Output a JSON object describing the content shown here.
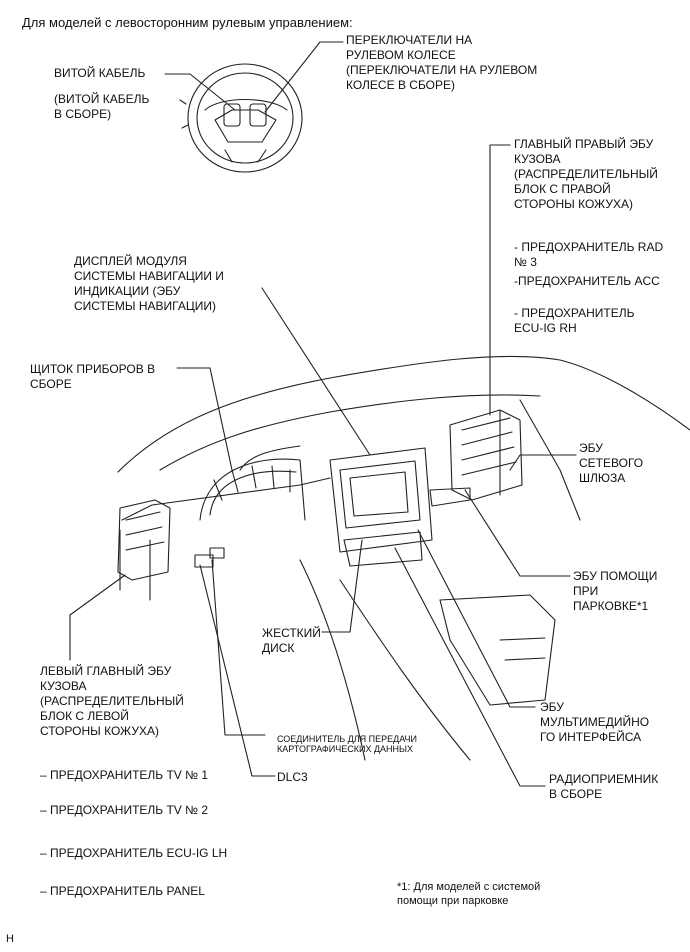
{
  "header": "Для моделей с левосторонним рулевым управлением:",
  "labels": {
    "spiral_cable": "ВИТОЙ КАБЕЛЬ",
    "spiral_cable_sub": "(ВИТОЙ КАБЕЛЬ\nВ СБОРЕ)",
    "steering_switches": "ПЕРЕКЛЮЧАТЕЛИ НА\nРУЛЕВОМ КОЛЕСЕ\n(ПЕРЕКЛЮЧАТЕЛИ НА РУЛЕВОМ\nКОЛЕСЕ В СБОРЕ)",
    "main_body_ecu_rh": "ГЛАВНЫЙ ПРАВЫЙ ЭБУ\nКУЗОВА\n(РАСПРЕДЕЛИТЕЛЬНЫЙ\nБЛОК С ПРАВОЙ\nСТОРОНЫ КОЖУХА)",
    "fuse_rad3": "- ПРЕДОХРАНИТЕЛЬ RAD\n№ 3",
    "fuse_acc": "-ПРЕДОХРАНИТЕЛЬ ACC",
    "fuse_ecu_ig_rh": "- ПРЕДОХРАНИТЕЛЬ\nECU-IG RH",
    "nav_display": "ДИСПЛЕЙ МОДУЛЯ\nСИСТЕМЫ НАВИГАЦИИ И\nИНДИКАЦИИ (ЭБУ\nСИСТЕМЫ НАВИГАЦИИ)",
    "combination_meter": "ЩИТОК ПРИБОРОВ В\nСБОРЕ",
    "gateway_ecu": "ЭБУ\nСЕТЕВОГО\nШЛЮЗА",
    "parking_assist_ecu": "ЭБУ ПОМОЩИ\nПРИ\nПАРКОВКЕ*1",
    "hard_disk": "ЖЕСТКИЙ\nДИСК",
    "main_body_ecu_lh": "ЛЕВЫЙ ГЛАВНЫЙ ЭБУ\nКУЗОВА\n(РАСПРЕДЕЛИТЕЛЬНЫЙ\nБЛОК С ЛЕВОЙ\nСТОРОНЫ КОЖУХА)",
    "multimedia_ecu": "ЭБУ\nМУЛЬТИМЕДИЙНО\nГО ИНТЕРФЕЙСА",
    "map_data_connector": "СОЕДИНИТЕЛЬ ДЛЯ ПЕРЕДАЧИ\nКАРТОГРАФИЧЕСКИХ ДАННЫХ",
    "dlc3": "DLC3",
    "radio_receiver": "РАДИОПРИЕМНИК\nВ СБОРЕ",
    "fuse_tv1": "– ПРЕДОХРАНИТЕЛЬ TV № 1",
    "fuse_tv2": "– ПРЕДОХРАНИТЕЛЬ TV № 2",
    "fuse_ecu_ig_lh": "– ПРЕДОХРАНИТЕЛЬ ECU-IG LH",
    "fuse_panel": "– ПРЕДОХРАНИТЕЛЬ PANEL",
    "footnote": "*1: Для моделей с системой\nпомощи при парковке",
    "corner_mark": "H"
  }
}
